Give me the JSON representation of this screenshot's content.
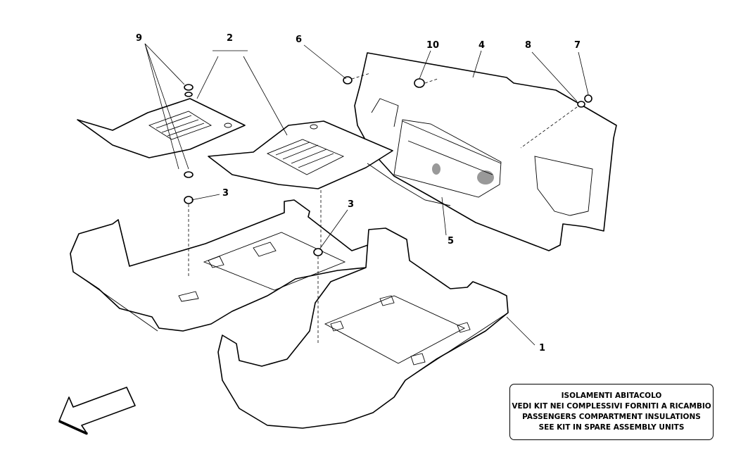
{
  "callouts": {
    "c1": "1",
    "c2": "2",
    "c3a": "3",
    "c3b": "3",
    "c4": "4",
    "c5": "5",
    "c6": "6",
    "c7": "7",
    "c8": "8",
    "c9": "9",
    "c10": "10"
  },
  "note": {
    "line1": "ISOLAMENTI ABITACOLO",
    "line2": "VEDI KIT NEI COMPLESSIVI FORNITI A RICAMBIO",
    "line3": "PASSENGERS COMPARTMENT INSULATIONS",
    "line4": "SEE KIT IN SPARE ASSEMBLY UNITS"
  },
  "icons": {
    "direction": "direction-arrow-icon"
  }
}
